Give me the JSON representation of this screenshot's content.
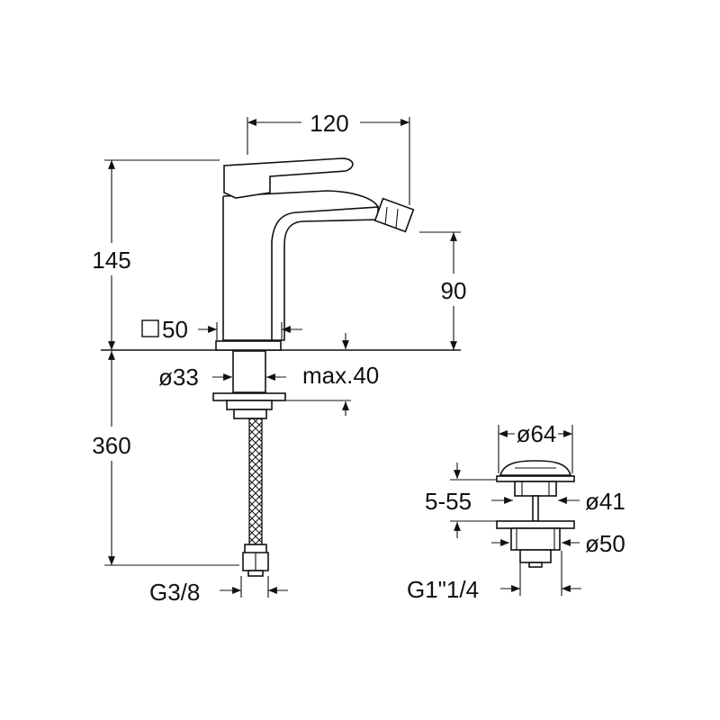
{
  "dimensions": {
    "spout_reach": "120",
    "total_height": "145",
    "spout_height": "90",
    "base_square": "50",
    "shank_diameter": "ø33",
    "max_thickness": "max.40",
    "hose_length": "360",
    "hose_thread": "G3/8",
    "waste_cap_diameter": "ø64",
    "waste_range": "5-55",
    "waste_flange_diameter": "ø41",
    "waste_nut_diameter": "ø50",
    "waste_thread": "G1\"1/4"
  },
  "colors": {
    "line": "#111111",
    "background": "#ffffff"
  }
}
